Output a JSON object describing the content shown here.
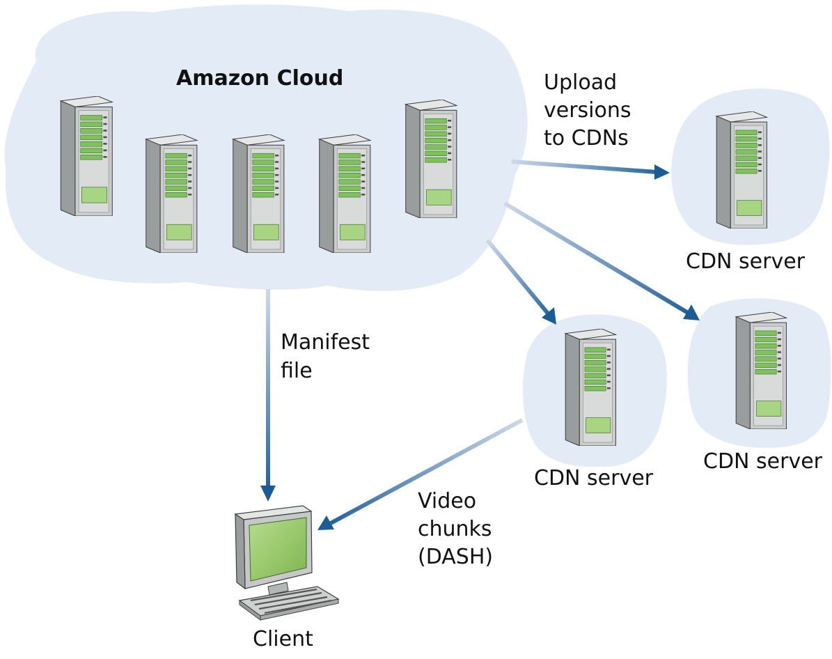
{
  "labels": {
    "cloud_title": "Amazon Cloud",
    "upload": [
      "Upload",
      "versions",
      "to CDNs"
    ],
    "manifest": [
      "Manifest",
      "file"
    ],
    "video": [
      "Video",
      "chunks",
      "(DASH)"
    ],
    "cdn_server": "CDN server",
    "client": "Client"
  },
  "colors": {
    "cloud_fill": "#e3ebf6",
    "arrow_end": "#1b5c97",
    "arrow_start": "#cdd9ea",
    "server_body": "#c9cbcb",
    "server_side": "#9a9d9d",
    "drive_green": "#7dc25a",
    "panel_green": "#a8d581",
    "monitor_screen": "#9ccb6a"
  },
  "icons": [
    "server-tower-icon",
    "desktop-computer-icon",
    "cloud-blob",
    "arrow-icon"
  ]
}
